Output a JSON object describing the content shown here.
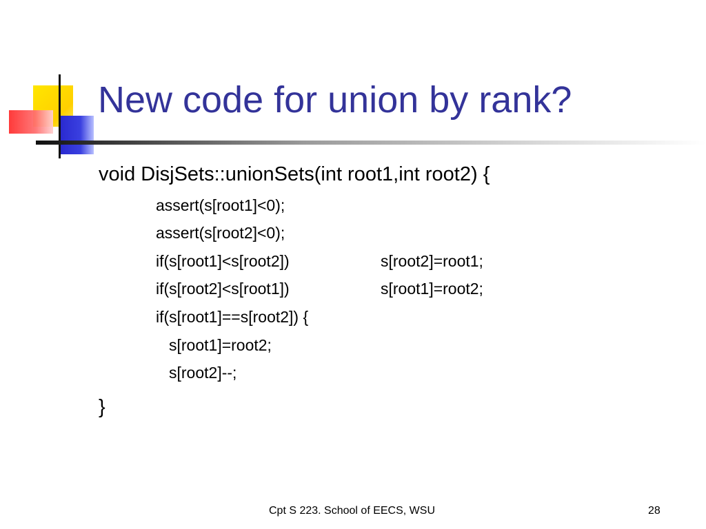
{
  "slide": {
    "title": "New code for union by rank?",
    "code": {
      "signature": "void DisjSets::unionSets(int root1,int root2) {",
      "assert1": "assert(s[root1]<0);",
      "assert2": "assert(s[root2]<0);",
      "if1_cond": "if(s[root1]<s[root2])",
      "if1_stmt": "s[root2]=root1;",
      "if2_cond": "if(s[root2]<s[root1])",
      "if2_stmt": "s[root1]=root2;",
      "if3": "if(s[root1]==s[root2])  {",
      "inner1": "s[root1]=root2;",
      "inner2": "s[root2]--;",
      "closing": "}"
    },
    "footer": {
      "text": "Cpt S 223. School of EECS, WSU",
      "page_number": "28"
    }
  },
  "colors": {
    "title": "#333399",
    "accent_yellow": "#ffe600",
    "accent_red": "#ff3030",
    "accent_blue": "#2a2ad0"
  }
}
